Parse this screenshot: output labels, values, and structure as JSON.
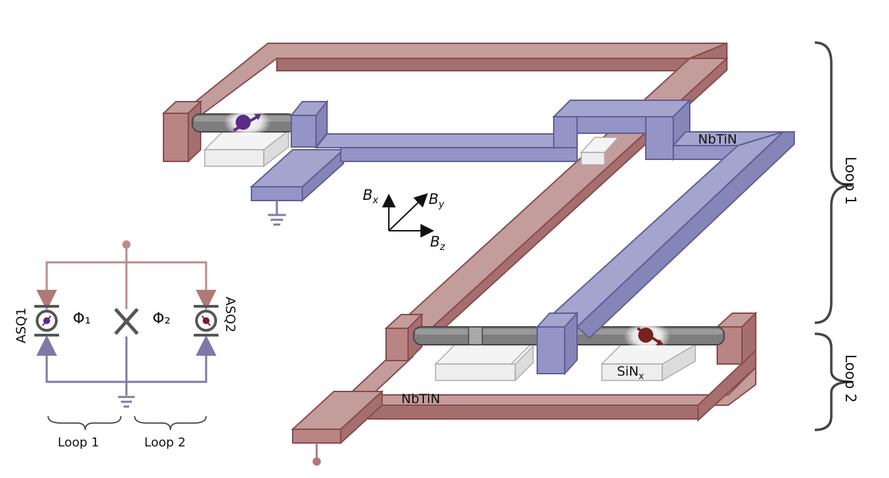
{
  "colors": {
    "loop1_red": "#c39c9c",
    "loop1_red_dark": "#a06868",
    "loop1_red_edge": "#8a4a4a",
    "loop2_blue": "#a4a4ce",
    "loop2_blue_dark": "#8585b8",
    "loop2_blue_edge": "#5e5e96",
    "substrate": "#eeeeee",
    "wire": "#808080",
    "spin_purple": "#5a2d8a",
    "spin_red": "#7a2020",
    "circuit_red": "#c08a8a",
    "circuit_blue": "#7e7aa8",
    "circuit_gray": "#555555"
  },
  "labels": {
    "nbtin_top": "NbTiN",
    "nbtin_bottom": "NbTiN",
    "sinx_main": "SiN",
    "sinx_sub": "x",
    "axis_bx_main": "B",
    "axis_bx_sub": "x",
    "axis_by_main": "B",
    "axis_by_sub": "y",
    "axis_bz_main": "B",
    "axis_bz_sub": "z",
    "loop1_right": "Loop 1",
    "loop2_right": "Loop 2",
    "circuit_phi1": "Φ₁",
    "circuit_phi2": "Φ₂",
    "circuit_asq1": "ASQ1",
    "circuit_asq2": "ASQ2",
    "circuit_loop1": "Loop 1",
    "circuit_loop2": "Loop 2"
  },
  "icons": {
    "ground": "ground-icon",
    "spin": "spin-arrow-icon",
    "junction": "josephson-junction-cross-icon"
  }
}
